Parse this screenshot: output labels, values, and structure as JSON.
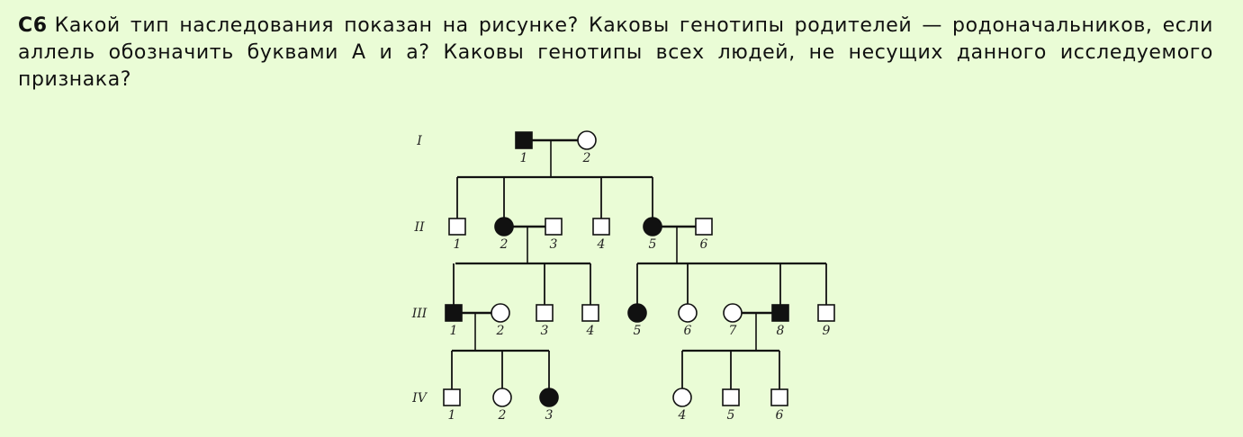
{
  "question": {
    "id": "С6",
    "text": "Какой тип наследования показан на рисунке? Каковы генотипы родителей — родоначальников, если аллель обозначить буквами А и а? Каковы генотипы всех людей, не несущих данного исследуемого признака?"
  },
  "pedigree": {
    "generations": [
      "I",
      "II",
      "III",
      "IV"
    ],
    "individuals": {
      "I-1": {
        "label": "1",
        "sex": "male",
        "affected": true
      },
      "I-2": {
        "label": "2",
        "sex": "female",
        "affected": false
      },
      "II-1": {
        "label": "1",
        "sex": "male",
        "affected": false
      },
      "II-2": {
        "label": "2",
        "sex": "female",
        "affected": true
      },
      "II-3": {
        "label": "3",
        "sex": "male",
        "affected": false
      },
      "II-4": {
        "label": "4",
        "sex": "male",
        "affected": false
      },
      "II-5": {
        "label": "5",
        "sex": "female",
        "affected": true
      },
      "II-6": {
        "label": "6",
        "sex": "male",
        "affected": false
      },
      "III-1": {
        "label": "1",
        "sex": "male",
        "affected": true
      },
      "III-2": {
        "label": "2",
        "sex": "female",
        "affected": false
      },
      "III-3": {
        "label": "3",
        "sex": "male",
        "affected": false
      },
      "III-4": {
        "label": "4",
        "sex": "male",
        "affected": false
      },
      "III-5": {
        "label": "5",
        "sex": "female",
        "affected": true
      },
      "III-6": {
        "label": "6",
        "sex": "female",
        "affected": false
      },
      "III-7": {
        "label": "7",
        "sex": "female",
        "affected": false
      },
      "III-8": {
        "label": "8",
        "sex": "male",
        "affected": true
      },
      "III-9": {
        "label": "9",
        "sex": "male",
        "affected": false
      },
      "IV-1": {
        "label": "1",
        "sex": "male",
        "affected": false
      },
      "IV-2": {
        "label": "2",
        "sex": "female",
        "affected": false
      },
      "IV-3": {
        "label": "3",
        "sex": "female",
        "affected": true
      },
      "IV-4": {
        "label": "4",
        "sex": "female",
        "affected": false
      },
      "IV-5": {
        "label": "5",
        "sex": "male",
        "affected": false
      },
      "IV-6": {
        "label": "6",
        "sex": "male",
        "affected": false
      }
    },
    "matings": [
      {
        "partners": [
          "I-1",
          "I-2"
        ],
        "children": [
          "II-1",
          "II-2",
          "II-4",
          "II-5"
        ]
      },
      {
        "partners": [
          "II-2",
          "II-3"
        ],
        "children": [
          "III-1",
          "III-3",
          "III-4"
        ]
      },
      {
        "partners": [
          "II-5",
          "II-6"
        ],
        "children": [
          "III-5",
          "III-6",
          "III-8",
          "III-9"
        ]
      },
      {
        "partners": [
          "III-1",
          "III-2"
        ],
        "children": [
          "IV-1",
          "IV-2",
          "IV-3"
        ]
      },
      {
        "partners": [
          "III-7",
          "III-8"
        ],
        "children": [
          "IV-4",
          "IV-5",
          "IV-6"
        ]
      }
    ]
  }
}
